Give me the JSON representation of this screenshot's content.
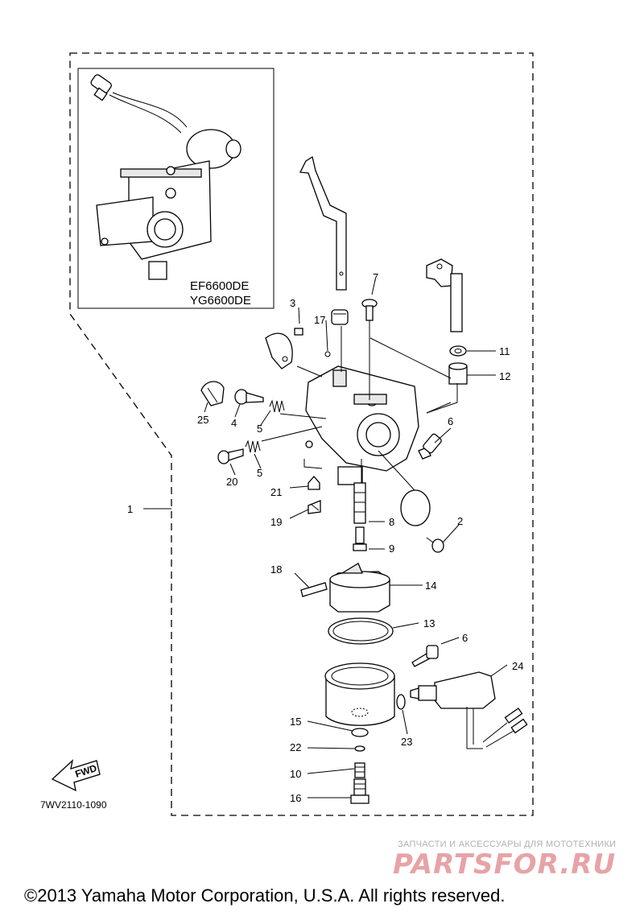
{
  "inset": {
    "model_1": "EF6600DE",
    "model_2": "YG6600DE"
  },
  "figure_code": "7WV2110-1090",
  "fwd_label": "FWD",
  "watermark": {
    "caption": "ЗАПЧАСТИ И АКСЕССУАРЫ ДЛЯ МОТОТЕХНИКИ",
    "logo": "PARTSFOR.RU"
  },
  "copyright": "©2013 Yamaha Motor Corporation, U.S.A. All rights reserved.",
  "callouts": {
    "c1": "1",
    "c2": "2",
    "c3": "3",
    "c4": "4",
    "c5a": "5",
    "c5b": "5",
    "c6a": "6",
    "c6b": "6",
    "c7": "7",
    "c8": "8",
    "c9": "9",
    "c10": "10",
    "c11": "11",
    "c12": "12",
    "c13": "13",
    "c14": "14",
    "c15": "15",
    "c16": "16",
    "c17": "17",
    "c18": "18",
    "c19": "19",
    "c20": "20",
    "c21": "21",
    "c22": "22",
    "c23": "23",
    "c24": "24",
    "c25": "25"
  }
}
